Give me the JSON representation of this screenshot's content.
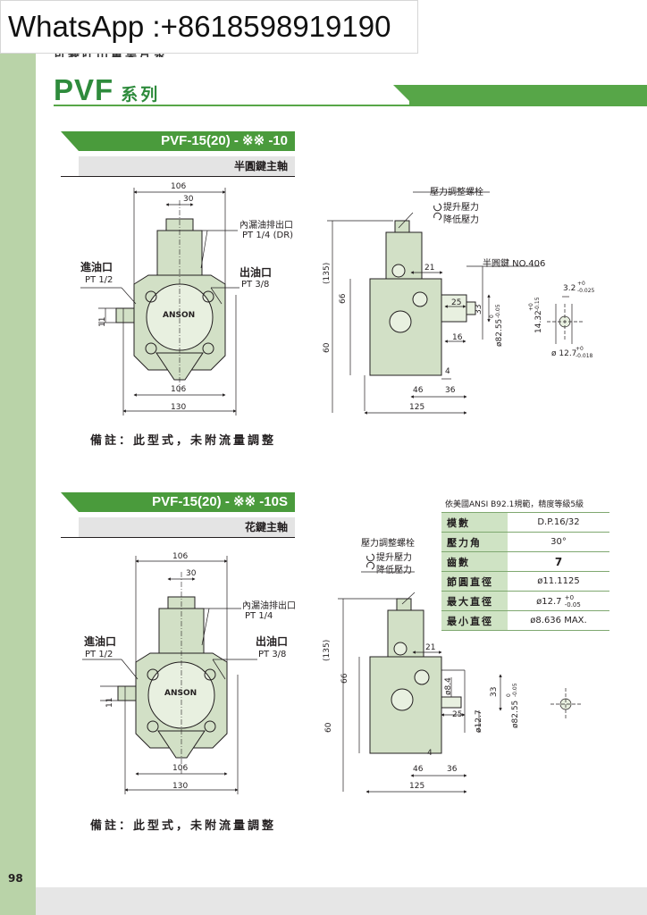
{
  "watermark": "WhatsApp :+8618598919190",
  "header_subtitle": "可變吐出量葉片泵",
  "series": {
    "name": "PVF",
    "suffix": "系列"
  },
  "page_number": "98",
  "brand_on_pump": "ANSON",
  "section_a": {
    "model": "PVF-15(20) - ※※ -10",
    "shaft": "半圓鍵主軸",
    "inlet_label": "進油口",
    "inlet_size": "PT 1/2",
    "outlet_label": "出油口",
    "outlet_size": "PT 3/8",
    "drain_label": "內漏油排出口",
    "drain_size": "PT 1/4 (DR)",
    "adjust_label": "壓力調整螺栓",
    "raise_label": "提升壓力",
    "lower_label": "降低壓力",
    "key_label": "半圓鍵 NO.406",
    "dims_front": {
      "top_106": "106",
      "top_30": "30",
      "left_11": "11",
      "bottom_106": "106",
      "bottom_130": "130"
    },
    "dims_side": {
      "h135": "(135)",
      "h66": "66",
      "h60": "60",
      "d21": "21",
      "d25": "25",
      "d33": "33",
      "d16": "16",
      "d4": "4",
      "d46": "46",
      "d36": "36",
      "d125": "125",
      "dia": "ø82.55",
      "dia_tol_top": "0",
      "dia_tol_bot": "-0.05"
    },
    "dims_key": {
      "w": "3.2",
      "w_tol_top": "+0",
      "w_tol_bot": "-0.025",
      "h": "14.32",
      "h_tol_top": "+0",
      "h_tol_bot": "-0.15",
      "d": "ø 12.7",
      "d_tol_top": "+0",
      "d_tol_bot": "-0.018"
    },
    "remark": "備註：此型式，未附流量調整"
  },
  "section_b": {
    "model": "PVF-15(20) - ※※ -10S",
    "shaft": "花鍵主軸",
    "inlet_label": "進油口",
    "inlet_size": "PT 1/2",
    "outlet_label": "出油口",
    "outlet_size": "PT 3/8",
    "drain_label": "內漏油排出口",
    "drain_size": "PT 1/4",
    "adjust_label": "壓力調整螺栓",
    "raise_label": "提升壓力",
    "lower_label": "降低壓力",
    "dims_front": {
      "top_106": "106",
      "top_30": "30",
      "left_11": "11",
      "bottom_106": "106",
      "bottom_130": "130"
    },
    "dims_side": {
      "h135": "(135)",
      "h66": "66",
      "h60": "60",
      "d21": "21",
      "d84": "ø8.4",
      "d33": "33",
      "d25": "25",
      "d127": "ø12.7",
      "dia": "ø82.55",
      "dia_tol_top": "0",
      "dia_tol_bot": "-0.05",
      "d4": "4",
      "d46": "46",
      "d36": "36",
      "d125": "125"
    },
    "spec_caption": "依美國ANSI B92.1規範，精度等級5級",
    "spec": [
      {
        "k": "模數",
        "v": "D.P.16/32"
      },
      {
        "k": "壓力角",
        "v": "30°"
      },
      {
        "k": "齒數",
        "v": "7"
      },
      {
        "k": "節圓直徑",
        "v": "ø11.1125"
      },
      {
        "k": "最大直徑",
        "v": "ø12.7",
        "tol_top": "+0",
        "tol_bot": "-0.05"
      },
      {
        "k": "最小直徑",
        "v": "ø8.636 MAX."
      }
    ],
    "remark": "備註：此型式，未附流量調整"
  },
  "colors": {
    "green": "#4a9b3c",
    "title_green": "#2e8b3c",
    "side": "#b9d3a8",
    "pump_body": "#d2e0c6",
    "table_key": "#cfe3c4"
  }
}
